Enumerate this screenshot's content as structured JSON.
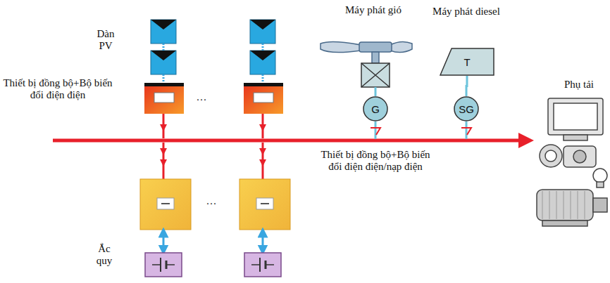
{
  "diagram": {
    "nodes": [
      {
        "text": [
          "T"
        ]
      },
      {
        "text": [
          "G"
        ]
      },
      {
        "text": [
          "SG"
        ]
      }
    ],
    "edges": [
      {
        "from": 0,
        "to": 2,
        "arrow": "none"
      }
    ],
    "labels": [
      "Dàn PV",
      "Máy phát gió",
      "Máy phát diesel",
      "Thiết bị đồng bộ+Bộ biến đổi điện điện",
      "Thiết bị đồng bộ+Bộ biến đổi điện điện/nạp điện",
      "Phụ tải",
      "Ắc quy",
      "···",
      "···"
    ]
  }
}
